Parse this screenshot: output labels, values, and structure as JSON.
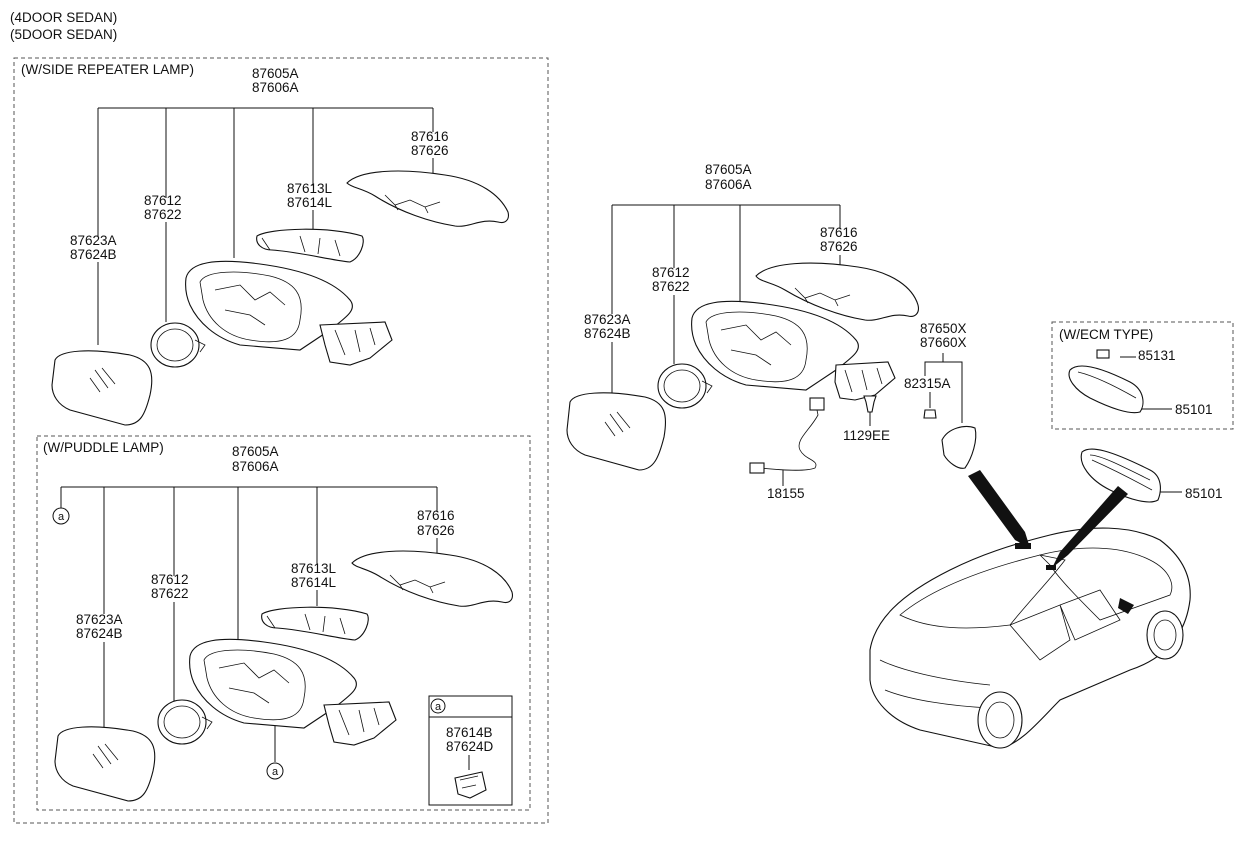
{
  "header": {
    "line1": "(4DOOR SEDAN)",
    "line2": "(5DOOR SEDAN)"
  },
  "box_side_repeater": {
    "title": "(W/SIDE REPEATER LAMP)",
    "assy": [
      "87605A",
      "87606A"
    ],
    "cover": [
      "87616",
      "87626"
    ],
    "lamp": [
      "87613L",
      "87614L"
    ],
    "actuator": [
      "87612",
      "87622"
    ],
    "glass": [
      "87623A",
      "87624B"
    ]
  },
  "box_puddle": {
    "title": "(W/PUDDLE LAMP)",
    "assy": [
      "87605A",
      "87606A"
    ],
    "cover": [
      "87616",
      "87626"
    ],
    "lamp": [
      "87613L",
      "87614L"
    ],
    "actuator": [
      "87612",
      "87622"
    ],
    "glass": [
      "87623A",
      "87624B"
    ],
    "callout": "a",
    "inset": {
      "callout": "a",
      "parts": [
        "87614B",
        "87624D"
      ]
    }
  },
  "main": {
    "assy": [
      "87605A",
      "87606A"
    ],
    "cover": [
      "87616",
      "87626"
    ],
    "actuator": [
      "87612",
      "87622"
    ],
    "glass": [
      "87623A",
      "87624B"
    ],
    "cover_assy": [
      "87650X",
      "87660X"
    ],
    "clip": "82315A",
    "screw": "1129EE",
    "wiring": "18155",
    "inside_mirror": "85101"
  },
  "box_ecm": {
    "title": "(W/ECM TYPE)",
    "sensor": "85131",
    "mirror": "85101"
  }
}
